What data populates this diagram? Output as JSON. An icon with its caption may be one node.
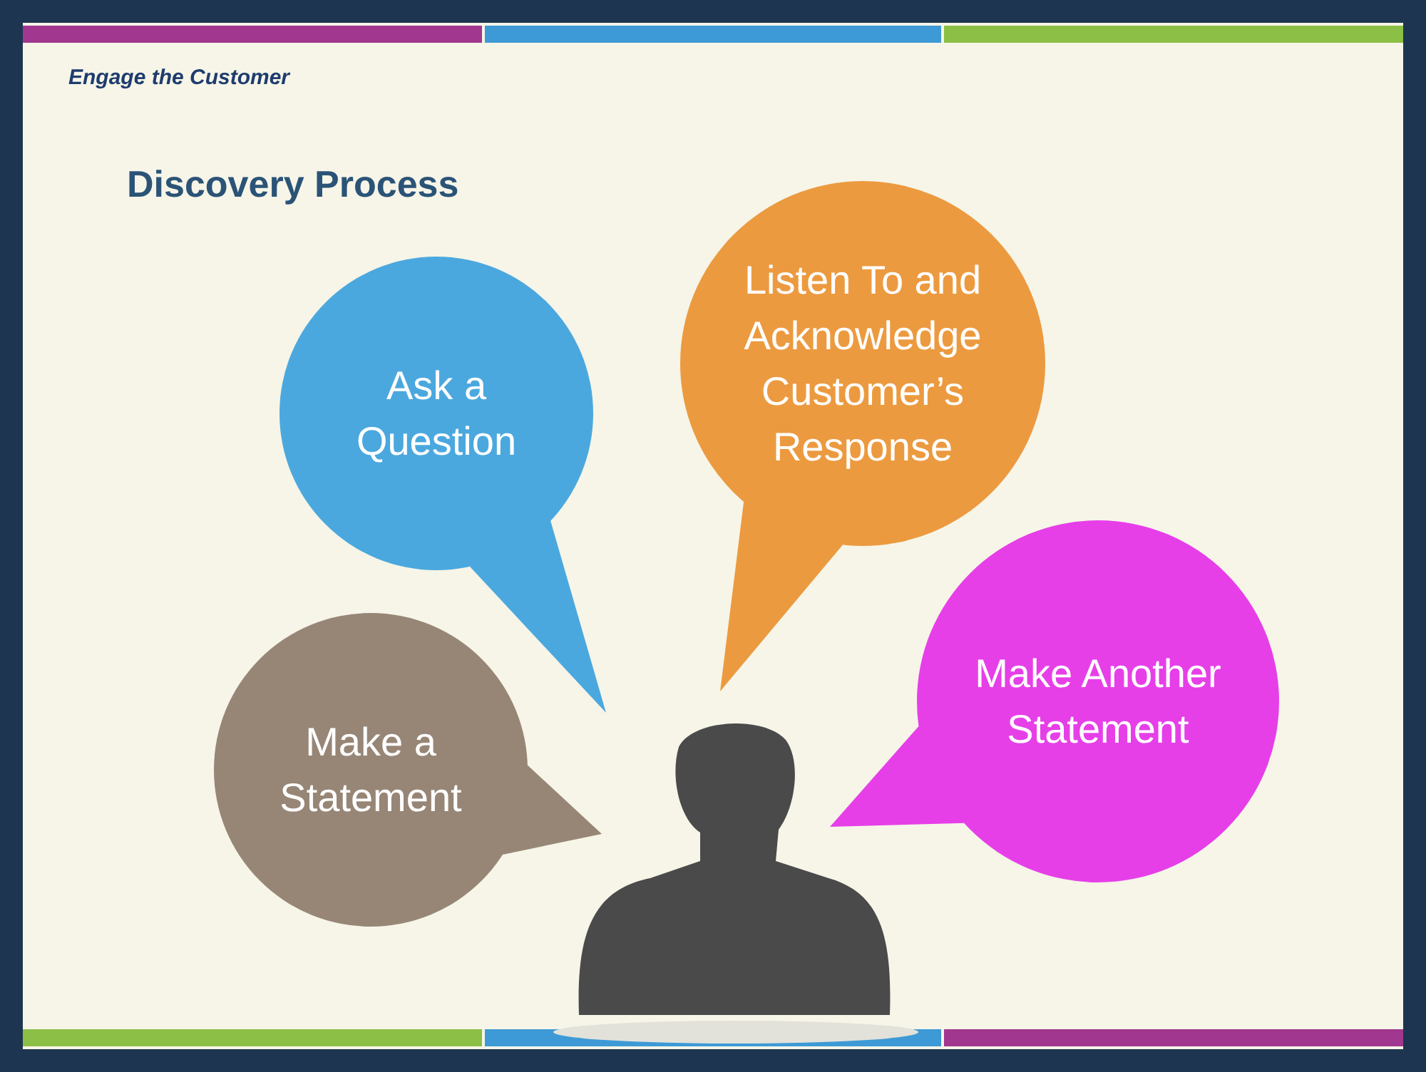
{
  "diagram": {
    "title": "Discovery Process",
    "nodes": [
      {
        "text": [
          "Listen To and Acknowledge Customer’s Response"
        ]
      },
      {
        "text": [
          "Ask a Question"
        ]
      },
      {
        "text": [
          "Make Another Statement"
        ]
      },
      {
        "text": [
          "Make a Statement"
        ]
      }
    ],
    "labels": [
      "Engage the Customer"
    ]
  }
}
